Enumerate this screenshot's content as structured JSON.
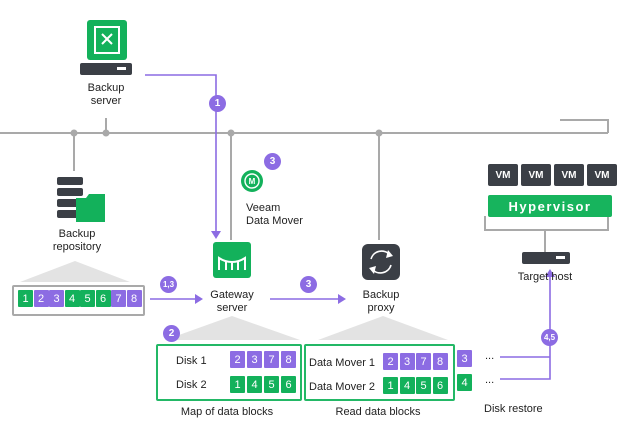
{
  "nodes": {
    "backup_server": "Backup\nserver",
    "backup_repository": "Backup\nrepository",
    "veeam_data_mover": "Veeam\nData Mover",
    "gateway_server": "Gateway\nserver",
    "backup_proxy": "Backup\nproxy",
    "target_host": "Target host",
    "hypervisor": "Hypervisor",
    "vm": "VM"
  },
  "steps": {
    "s1": "1",
    "s2": "2",
    "s3_mover": "3",
    "s3_arrow": "3",
    "s13": "1,3",
    "s45": "4,5"
  },
  "repo_blocks": [
    {
      "n": "1",
      "color": "green"
    },
    {
      "n": "2",
      "color": "purple"
    },
    {
      "n": "3",
      "color": "purple"
    },
    {
      "n": "4",
      "color": "green"
    },
    {
      "n": "5",
      "color": "green"
    },
    {
      "n": "6",
      "color": "green"
    },
    {
      "n": "7",
      "color": "purple"
    },
    {
      "n": "8",
      "color": "purple"
    }
  ],
  "map": {
    "disk1_label": "Disk 1",
    "disk1_blocks": [
      "2",
      "3",
      "7",
      "8"
    ],
    "disk2_label": "Disk 2",
    "disk2_blocks": [
      "1",
      "4",
      "5",
      "6"
    ],
    "caption": "Map of data blocks"
  },
  "read": {
    "mover1_label": "Data Mover 1",
    "mover1_blocks": [
      "2",
      "3",
      "7",
      "8"
    ],
    "mover2_label": "Data Mover 2",
    "mover2_blocks": [
      "1",
      "4",
      "5",
      "6"
    ],
    "caption": "Read data blocks"
  },
  "queue": {
    "b3": "3",
    "b4": "4",
    "dots1": "...",
    "dots2": "..."
  },
  "disk_restore": "Disk restore",
  "colors": {
    "green": "#13b15b",
    "purple": "#8c6ce3",
    "dark": "#3b3f46",
    "line": "#a9a9a9"
  }
}
